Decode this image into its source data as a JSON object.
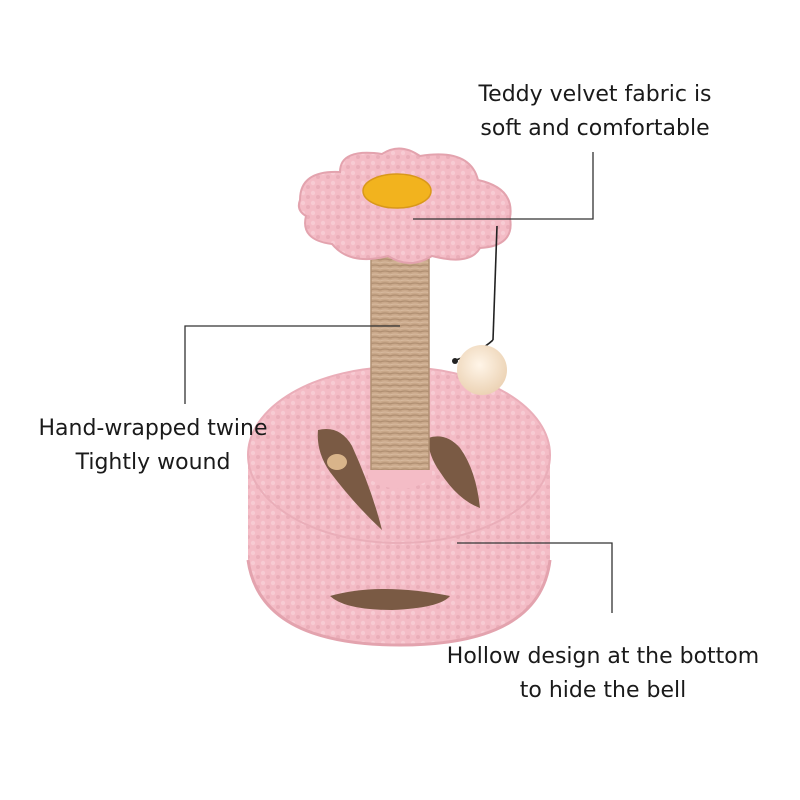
{
  "annotations": {
    "fabric": {
      "line1": "Teddy velvet fabric is",
      "line2": "soft and comfortable"
    },
    "twine": {
      "line1": "Hand-wrapped twine",
      "line2": "Tightly wound"
    },
    "hollow": {
      "line1": "Hollow design at the bottom",
      "line2": "to hide the bell"
    }
  },
  "colors": {
    "plush_pink": "#f4bcc6",
    "plush_shadow": "#e3a3ae",
    "sisal": "#c9a88a",
    "flower_center": "#f2b31e",
    "hole_interior": "#7a5a44",
    "leader_line": "#333333"
  }
}
